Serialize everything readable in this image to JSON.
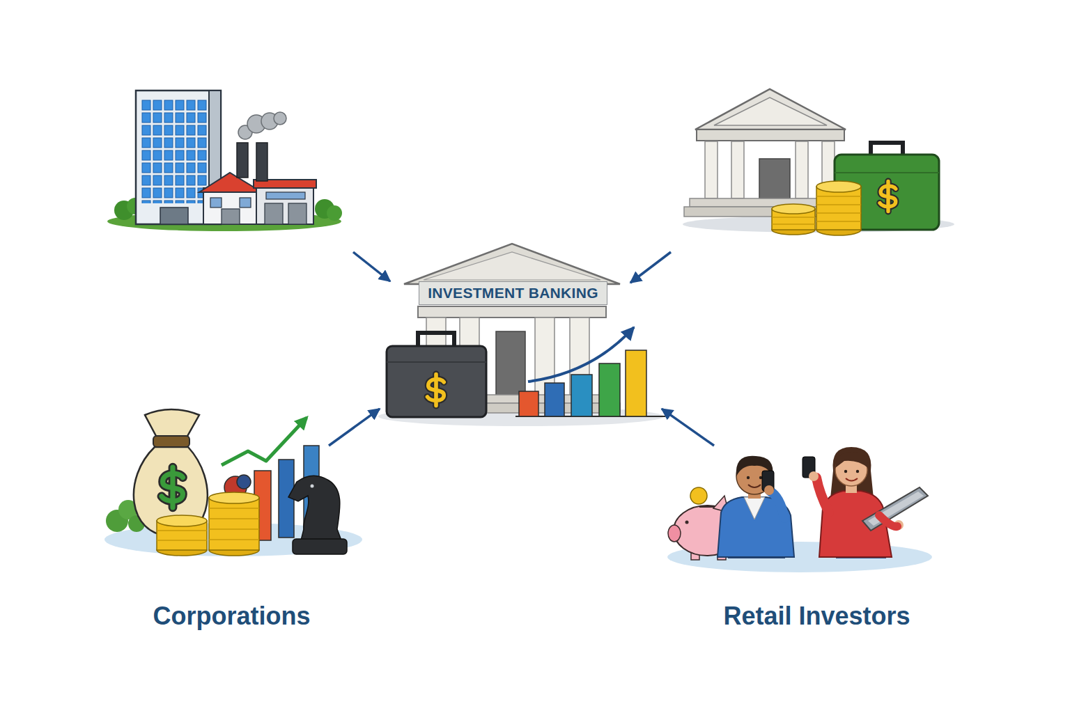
{
  "diagram": {
    "nodes": [
      {
        "text": [
          "INVESTMENT BANKING"
        ]
      },
      {
        "text": [
          "Corporations"
        ]
      },
      {
        "text": [
          "Retail Investors"
        ]
      }
    ],
    "edges": [
      {
        "from": 1,
        "to": 0,
        "arrow": "to"
      },
      {
        "from": 2,
        "to": 0,
        "arrow": "to"
      }
    ]
  }
}
